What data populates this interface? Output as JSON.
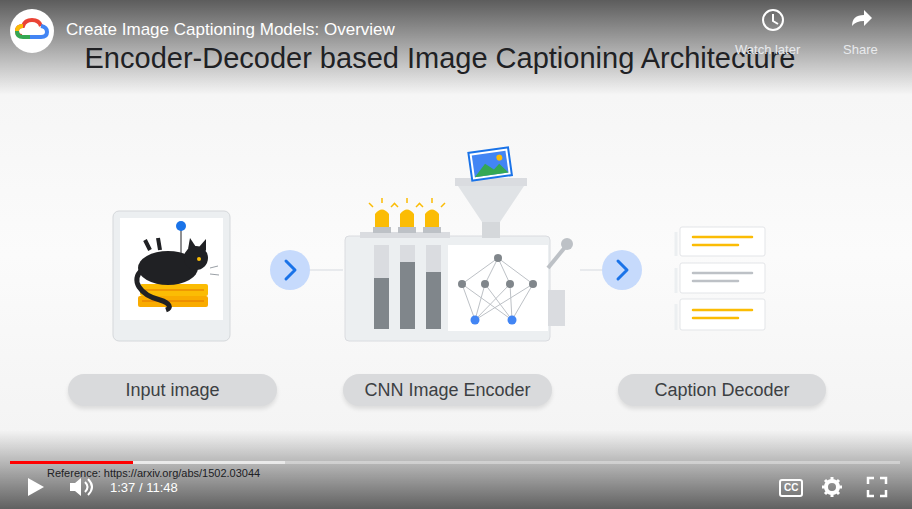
{
  "diagram": {
    "title": "Encoder-Decoder based Image Captioning Architecture",
    "nodes": [
      {
        "text": [
          "Input image"
        ]
      },
      {
        "text": [
          "CNN Image Encoder"
        ]
      },
      {
        "text": [
          "Caption Decoder"
        ]
      }
    ],
    "edges": [
      {
        "from": 0,
        "to": 1,
        "arrow": "to"
      },
      {
        "from": 1,
        "to": 2,
        "arrow": "to"
      }
    ],
    "labels": [
      "Create Image Captioning Models: Overview",
      "Watch later",
      "Share",
      "Reference: https://arxiv.org/abs/1502.03044",
      "1:37 / 11:48",
      "CC"
    ]
  }
}
